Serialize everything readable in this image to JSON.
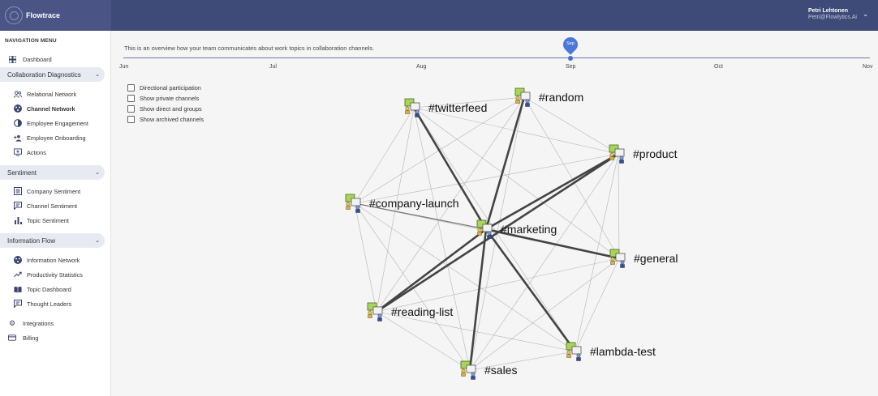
{
  "app": {
    "name": "Flowtrace"
  },
  "user": {
    "name": "Petri Lehtonen",
    "email": "Petri@Flowlytics.Ai"
  },
  "sidebar": {
    "header": "NAVIGATION MENU",
    "dashboard": "Dashboard",
    "groups": [
      {
        "label": "Collaboration Diagnostics",
        "items": [
          "Relational Network",
          "Channel Network",
          "Employee Engagement",
          "Employee Onboarding",
          "Actions"
        ]
      },
      {
        "label": "Sentiment",
        "items": [
          "Company Sentiment",
          "Channel Sentiment",
          "Topic Sentiment"
        ]
      },
      {
        "label": "Information Flow",
        "items": [
          "Information Network",
          "Productivity Statistics",
          "Topic Dashboard",
          "Thought Leaders"
        ]
      }
    ],
    "integrations": "Integrations",
    "billing": "Billing",
    "active": "Channel Network"
  },
  "main": {
    "intro": "This is an overview how your team communicates about work topics in collaboration channels.",
    "timeline": {
      "months": [
        "Jun",
        "Jul",
        "Aug",
        "Sep",
        "Oct",
        "Nov"
      ],
      "selected": "Sep"
    },
    "options": [
      "Directional participation",
      "Show private channels",
      "Show direct and groups",
      "Show archived channels"
    ]
  },
  "graph": {
    "nodes": [
      "#twitterfeed",
      "#random",
      "#product",
      "#company-launch",
      "#marketing",
      "#general",
      "#reading-list",
      "#lambda-test",
      "#sales"
    ],
    "edges": [
      [
        "#marketing",
        "#twitterfeed",
        "strong"
      ],
      [
        "#marketing",
        "#random",
        "strong"
      ],
      [
        "#marketing",
        "#product",
        "strong"
      ],
      [
        "#marketing",
        "#general",
        "strong"
      ],
      [
        "#marketing",
        "#reading-list",
        "strong"
      ],
      [
        "#marketing",
        "#lambda-test",
        "strong"
      ],
      [
        "#marketing",
        "#sales",
        "strong"
      ],
      [
        "#marketing",
        "#company-launch",
        "medium"
      ],
      [
        "#product",
        "#reading-list",
        "strong"
      ],
      [
        "#twitterfeed",
        "#random",
        "weak"
      ],
      [
        "#twitterfeed",
        "#product",
        "weak"
      ],
      [
        "#twitterfeed",
        "#company-launch",
        "weak"
      ],
      [
        "#twitterfeed",
        "#reading-list",
        "weak"
      ],
      [
        "#twitterfeed",
        "#general",
        "weak"
      ],
      [
        "#twitterfeed",
        "#sales",
        "weak"
      ],
      [
        "#random",
        "#product",
        "weak"
      ],
      [
        "#random",
        "#company-launch",
        "weak"
      ],
      [
        "#random",
        "#reading-list",
        "weak"
      ],
      [
        "#random",
        "#sales",
        "weak"
      ],
      [
        "#random",
        "#general",
        "weak"
      ],
      [
        "#product",
        "#company-launch",
        "weak"
      ],
      [
        "#product",
        "#general",
        "weak"
      ],
      [
        "#product",
        "#sales",
        "weak"
      ],
      [
        "#product",
        "#lambda-test",
        "weak"
      ],
      [
        "#company-launch",
        "#reading-list",
        "weak"
      ],
      [
        "#company-launch",
        "#sales",
        "weak"
      ],
      [
        "#company-launch",
        "#general",
        "weak"
      ],
      [
        "#company-launch",
        "#lambda-test",
        "weak"
      ],
      [
        "#general",
        "#reading-list",
        "weak"
      ],
      [
        "#general",
        "#sales",
        "weak"
      ],
      [
        "#general",
        "#lambda-test",
        "weak"
      ],
      [
        "#reading-list",
        "#sales",
        "weak"
      ],
      [
        "#reading-list",
        "#lambda-test",
        "weak"
      ],
      [
        "#lambda-test",
        "#sales",
        "weak"
      ],
      [
        "#twitterfeed",
        "#lambda-test",
        "weak"
      ]
    ]
  },
  "colors": {
    "topbar": "#3e4a78",
    "accent": "#4a78d8",
    "group_bg": "#e8eaf2",
    "icon": "#3b4370"
  }
}
